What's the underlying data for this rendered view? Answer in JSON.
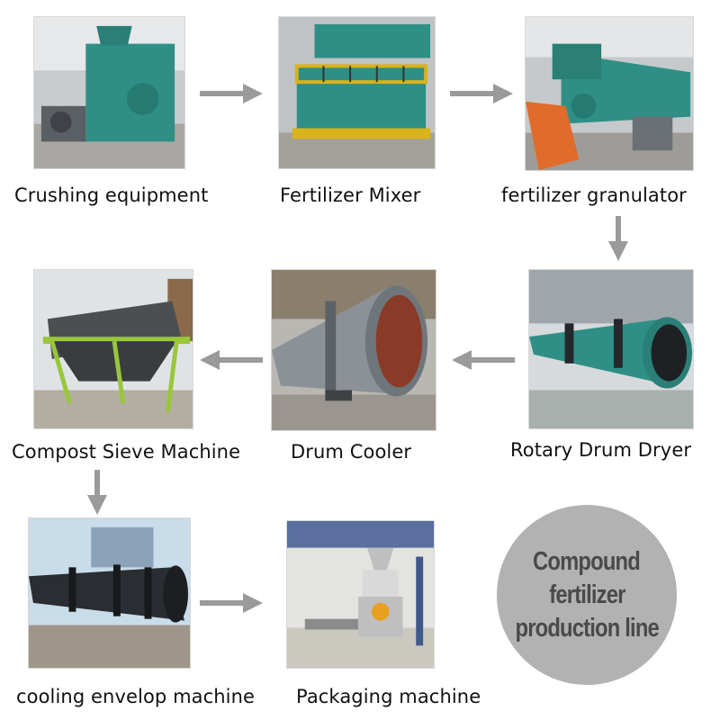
{
  "steps": [
    {
      "label": "Crushing equipment"
    },
    {
      "label": "Fertilizer Mixer"
    },
    {
      "label": "fertilizer granulator"
    },
    {
      "label": "Rotary Drum Dryer"
    },
    {
      "label": "Drum Cooler"
    },
    {
      "label": "Compost Sieve Machine"
    },
    {
      "label": "cooling envelop machine"
    },
    {
      "label": "Packaging machine"
    }
  ],
  "badge": {
    "line1": "Compound",
    "line2": "fertilizer",
    "line3": "production line"
  },
  "colors": {
    "arrow": "#9a9a9a",
    "badge": "#b2b2b2",
    "badge_text": "#4a4a4a",
    "machine_teal": "#2f8f86",
    "frame_yellow": "#d9b21c"
  }
}
